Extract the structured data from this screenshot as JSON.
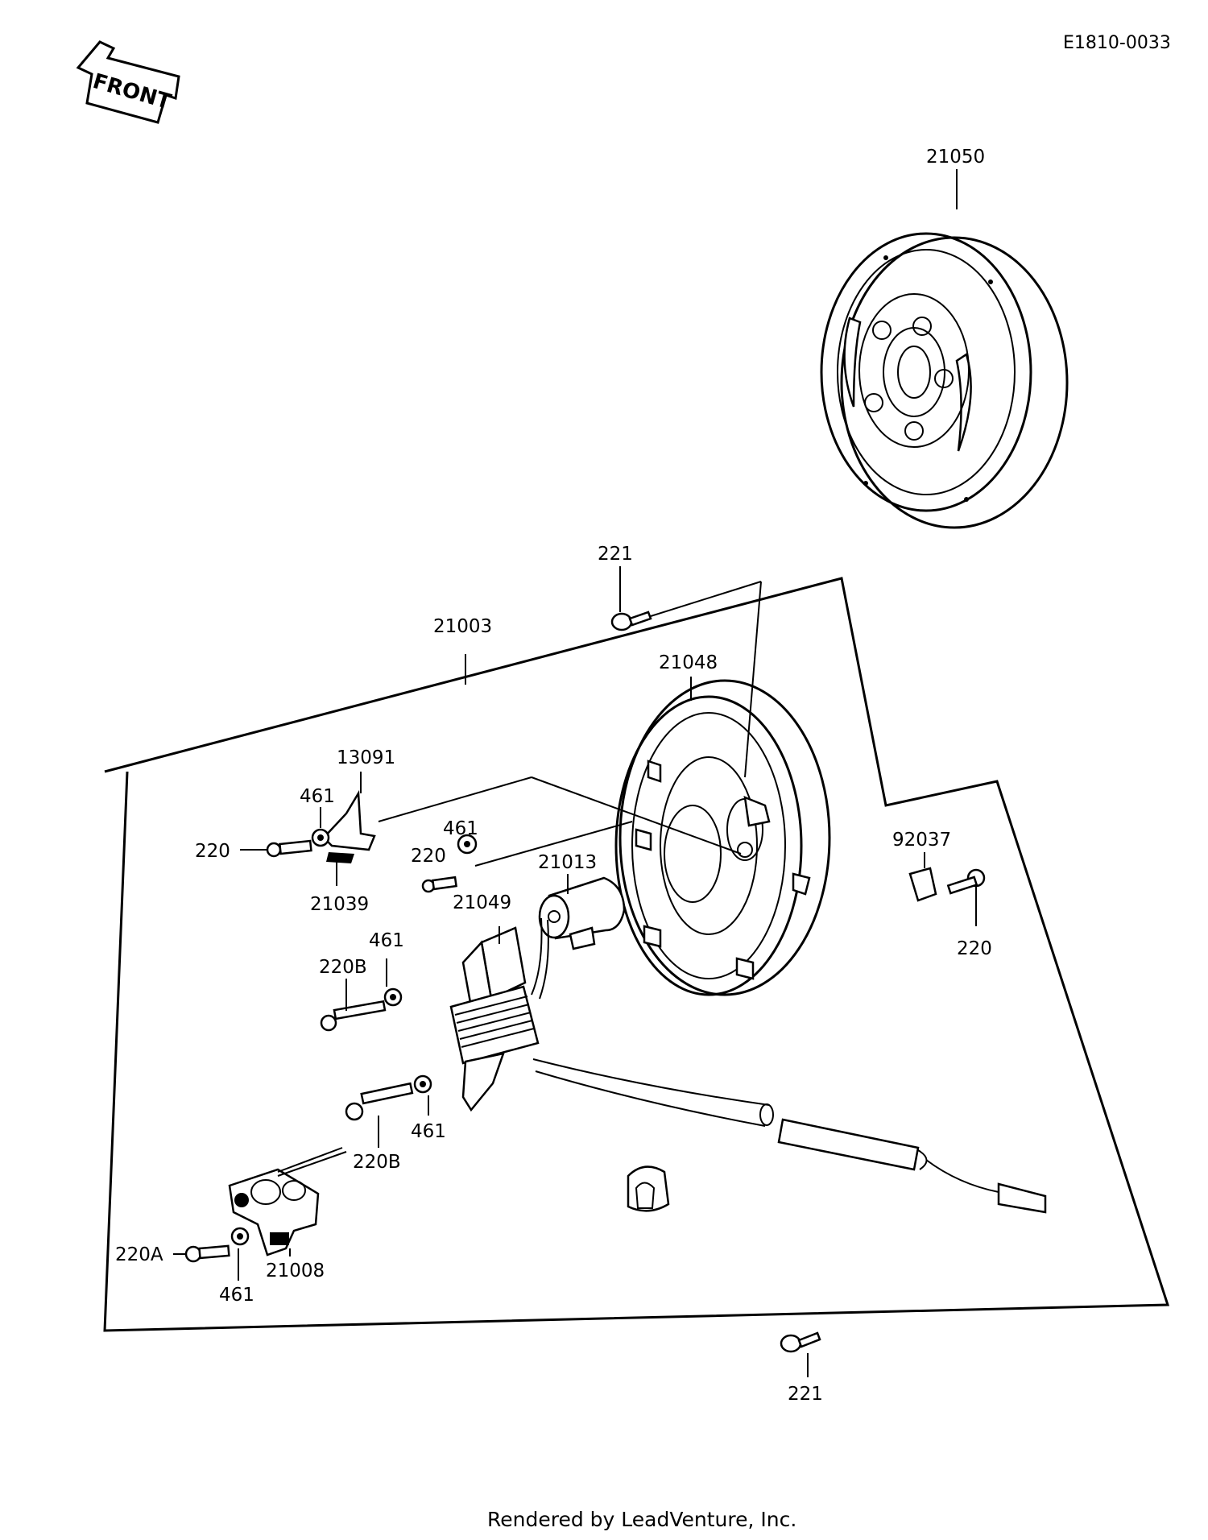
{
  "diagram_code": "E1810-0033",
  "front_label": "FRONT",
  "footer": "Rendered by LeadVenture, Inc.",
  "callouts": {
    "flywheel": "21050",
    "stator_assy": "21003",
    "stator_plate": "21048",
    "screw_top": "221",
    "screw_bottom": "221",
    "bracket": "13091",
    "washer_bracket": "461",
    "bolt_bracket": "220",
    "sensor_bracket": "21039",
    "bolt_condenser": "220",
    "washer_condenser": "461",
    "condenser": "21013",
    "coil": "21049",
    "washer_coil_upper": "461",
    "bolt_coil_upper": "220B",
    "washer_coil_lower": "461",
    "bolt_coil_lower": "220B",
    "clamp": "92037",
    "bolt_clamp": "220",
    "pickup": "21008",
    "bolt_pickup": "220A",
    "washer_pickup": "461"
  }
}
